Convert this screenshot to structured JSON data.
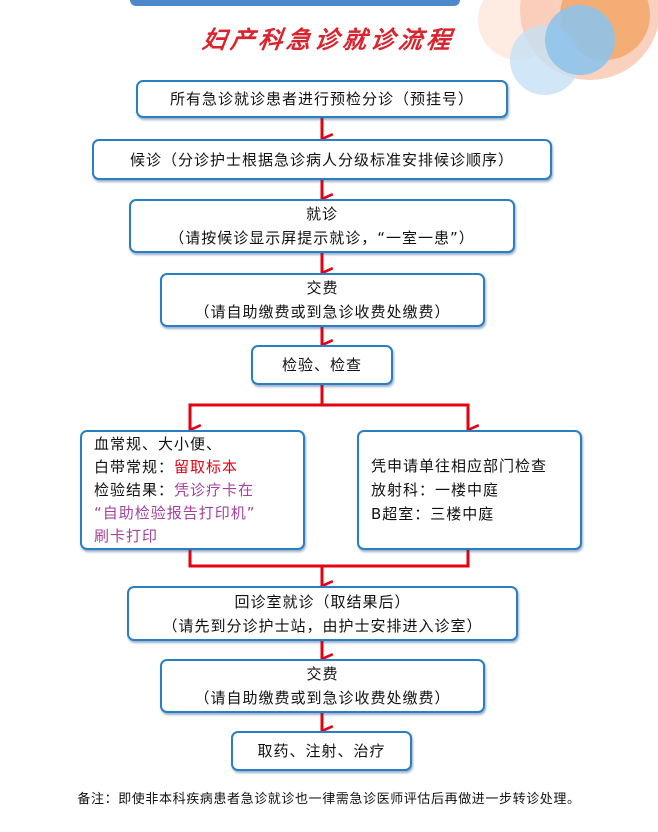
{
  "title": "妇产科急诊就诊流程",
  "colors": {
    "box_border": "#2a7fc2",
    "arrow": "#e60012",
    "title": "#d9232d",
    "highlight_red": "#e60012",
    "highlight_purple": "#a4439e"
  },
  "steps": {
    "precheck": "所有急诊就诊患者进行预检分诊（预挂号）",
    "wait": "候诊（分诊护士根据急诊病人分级标准安排候诊顺序）",
    "visit": {
      "line1": "就诊",
      "line2": "（请按候诊显示屏提示就诊，“一室一患”）"
    },
    "pay1": {
      "line1": "交费",
      "line2": "（请自助缴费或到急诊收费处缴费）"
    },
    "exam": "检验、检查",
    "lab": {
      "line1": "血常规、大小便、",
      "line2_prefix": "白带常规：",
      "line2_highlight": "留取标本",
      "line3_prefix": "检验结果：",
      "line3_highlight": "凭诊疗卡在",
      "line4": "“自助检验报告打印机”",
      "line5": "刷卡打印"
    },
    "imaging": {
      "line1": "凭申请单往相应部门检查",
      "line2": "放射科：一楼中庭",
      "line3": "B超室：三楼中庭"
    },
    "return": {
      "line1": "回诊室就诊（取结果后）",
      "line2": "（请先到分诊护士站，由护士安排进入诊室）"
    },
    "pay2": {
      "line1": "交费",
      "line2": "（请自助缴费或到急诊收费处缴费）"
    },
    "treat": "取药、注射、治疗"
  },
  "note": "备注：即使非本科疾病患者急诊就诊也一律需急诊医师评估后再做进一步转诊处理。"
}
